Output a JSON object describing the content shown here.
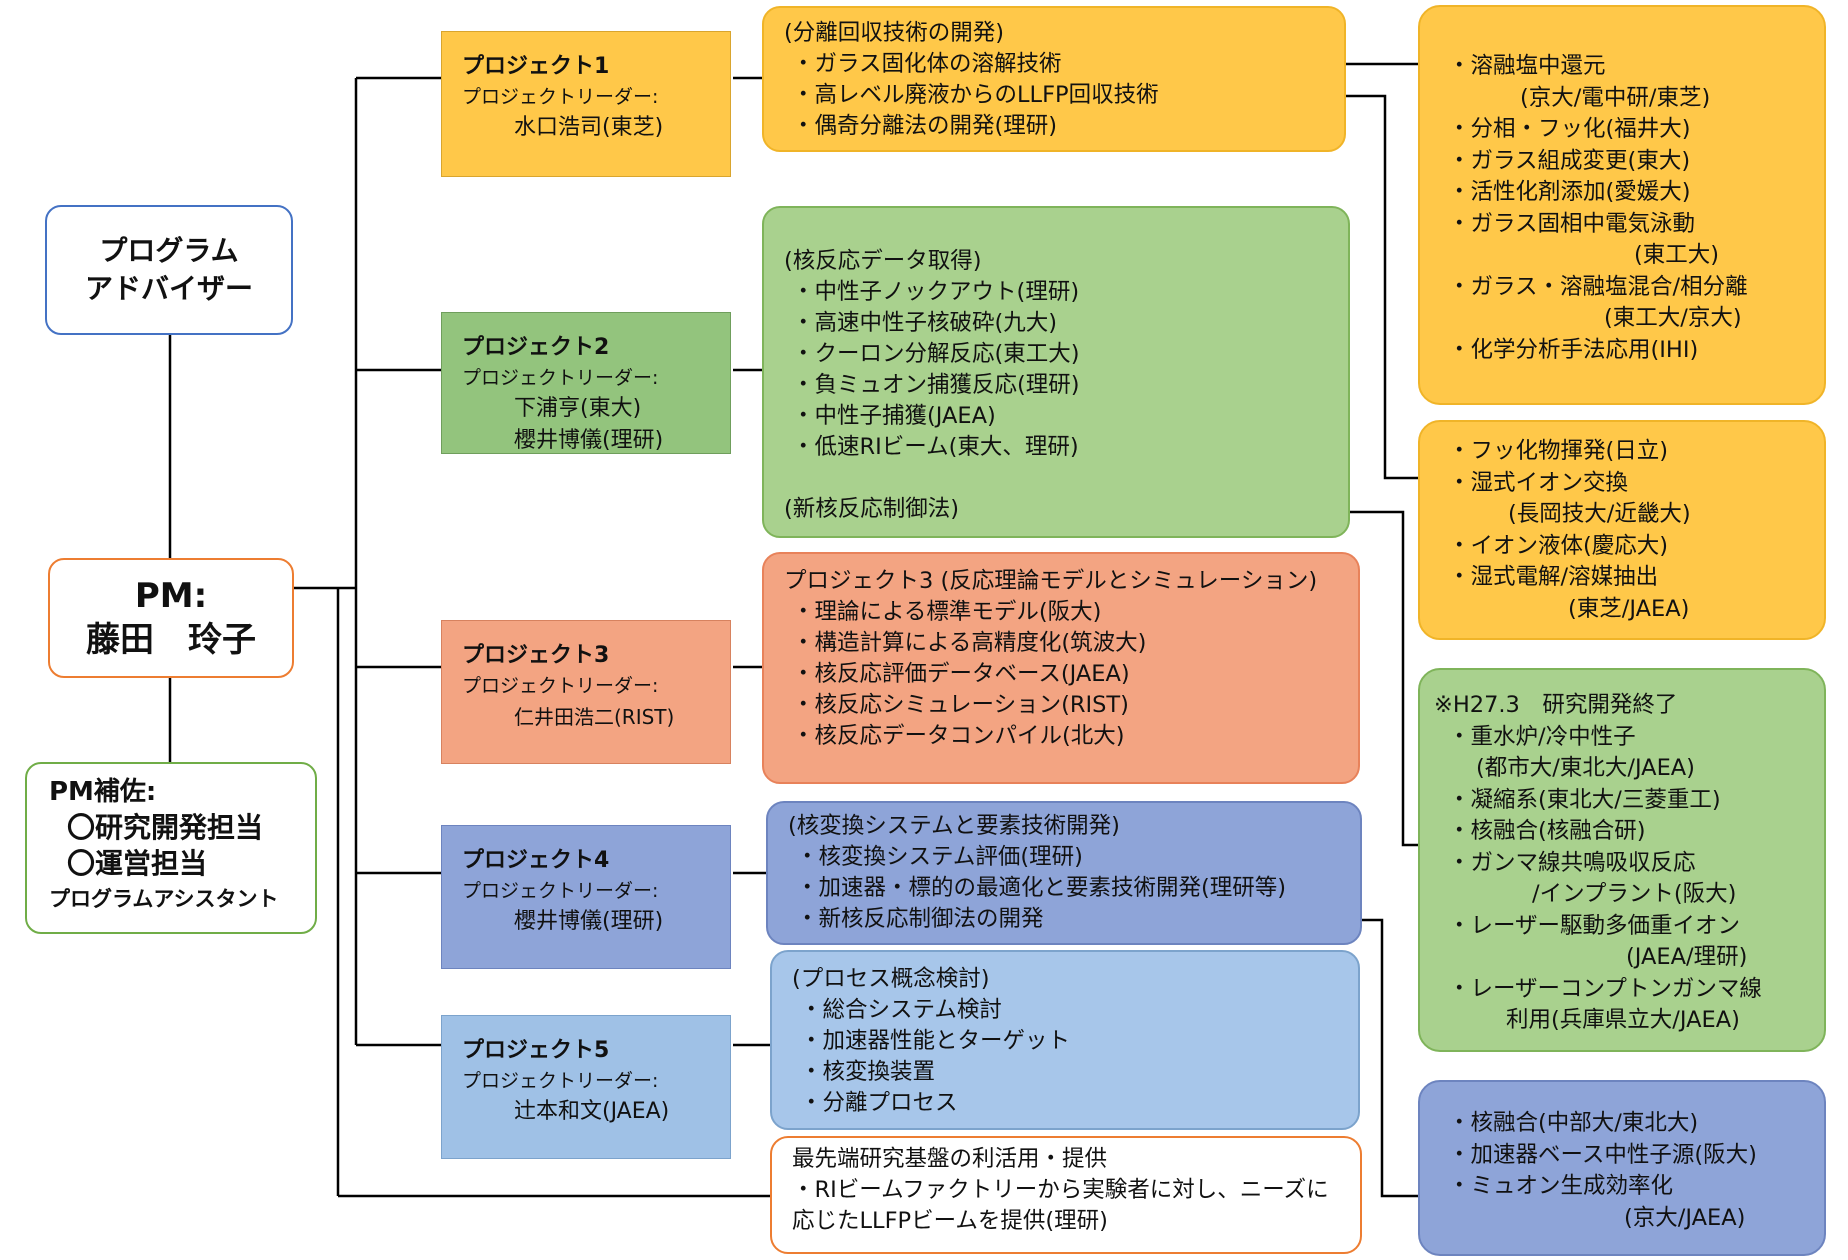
{
  "adviser": {
    "line1": "プログラム",
    "line2": "アドバイザー"
  },
  "pm": {
    "line1": "PM:",
    "line2": "藤田　玲子"
  },
  "pm_assist": {
    "title": "PM補佐:",
    "item1": "〇研究開発担当",
    "item2": "〇運営担当",
    "item3": "プログラムアシスタント"
  },
  "projects": [
    {
      "title": "プロジェクト1",
      "leader_label": "プロジェクトリーダー:",
      "names": [
        "水口浩司(東芝)"
      ]
    },
    {
      "title": "プロジェクト2",
      "leader_label": "プロジェクトリーダー:",
      "names": [
        "下浦亨(東大)",
        "櫻井博儀(理研)"
      ]
    },
    {
      "title": "プロジェクト3",
      "leader_label": "プロジェクトリーダー:",
      "names": [
        "仁井田浩二(RIST)"
      ]
    },
    {
      "title": "プロジェクト4",
      "leader_label": "プロジェクトリーダー:",
      "names": [
        "櫻井博儀(理研)"
      ]
    },
    {
      "title": "プロジェクト5",
      "leader_label": "プロジェクトリーダー:",
      "names": [
        "辻本和文(JAEA)"
      ]
    }
  ],
  "mid": {
    "m1": {
      "head": "(分離回収技術の開発)",
      "items": [
        "・ガラス固化体の溶解技術",
        "・高レベル廃液からのLLFP回収技術",
        "・偶奇分離法の開発(理研)"
      ]
    },
    "m2": {
      "head": "(核反応データ取得)",
      "items": [
        "・中性子ノックアウト(理研)",
        "・高速中性子核破砕(九大)",
        "・クーロン分解反応(東工大)",
        "・負ミュオン捕獲反応(理研)",
        "・中性子捕獲(JAEA)",
        "・低速RIビーム(東大、理研)"
      ],
      "tail": "(新核反応制御法)"
    },
    "m3": {
      "head": "プロジェクト3 (反応理論モデルとシミュレーション)",
      "items": [
        "・理論による標準モデル(阪大)",
        "・構造計算による高精度化(筑波大)",
        "・核反応評価データベース(JAEA)",
        "・核反応シミュレーション(RIST)",
        "・核反応データコンパイル(北大)"
      ]
    },
    "m4": {
      "head": "(核変換システムと要素技術開発)",
      "items": [
        "・核変換システム評価(理研)",
        "・加速器・標的の最適化と要素技術開発(理研等)",
        "・新核反応制御法の開発"
      ]
    },
    "m5": {
      "head": "(プロセス概念検討)",
      "items": [
        "・総合システム検討",
        "・加速器性能とターゲット",
        "・核変換装置",
        "・分離プロセス"
      ]
    },
    "m6": {
      "head": "最先端研究基盤の利活用・提供",
      "items": [
        "・RIビームファクトリーから実験者に対し、ニーズに",
        "応じたLLFPビームを提供(理研)"
      ]
    }
  },
  "right": {
    "r1": [
      "・溶融塩中還元",
      "(京大/電中研/東芝)",
      "・分相・フッ化(福井大)",
      "・ガラス組成変更(東大)",
      "・活性化剤添加(愛媛大)",
      "・ガラス固相中電気泳動",
      "(東工大)",
      "・ガラス・溶融塩混合/相分離",
      "(東工大/京大)",
      "・化学分析手法応用(IHI)"
    ],
    "r2": [
      "・フッ化物揮発(日立)",
      "・湿式イオン交換",
      "(長岡技大/近畿大)",
      "・イオン液体(慶応大)",
      "・湿式電解/溶媒抽出",
      "(東芝/JAEA)"
    ],
    "r3": [
      "※H27.3　研究開発終了",
      "・重水炉/冷中性子",
      "(都市大/東北大/JAEA)",
      "・凝縮系(東北大/三菱重工)",
      "・核融合(核融合研)",
      "・ガンマ線共鳴吸収反応",
      "/インプラント(阪大)",
      "・レーザー駆動多価重イオン",
      "(JAEA/理研)",
      "・レーザーコンプトンガンマ線",
      "利用(兵庫県立大/JAEA)"
    ],
    "r4": [
      "・核融合(中部大/東北大)",
      "・加速器ベース中性子源(阪大)",
      "・ミュオン生成効率化",
      "(京大/JAEA)"
    ]
  }
}
